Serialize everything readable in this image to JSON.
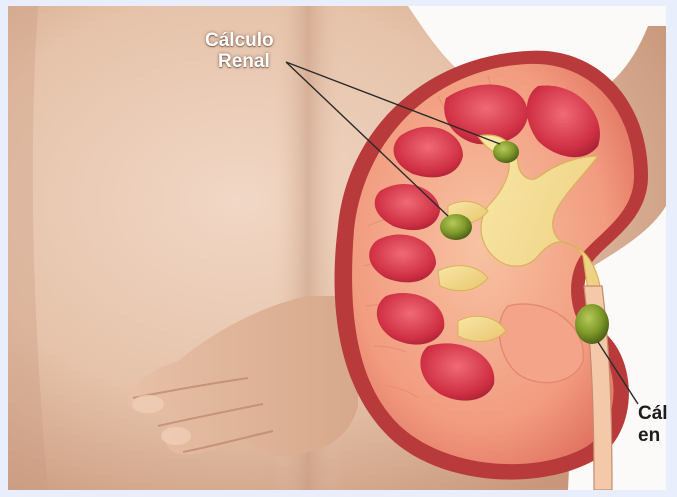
{
  "labels": {
    "top": {
      "line1": "Cálculo",
      "line2": "Renal"
    },
    "bottom": {
      "line1": "Cál",
      "line2": "en"
    }
  },
  "colors": {
    "skin": "#e9c9b3",
    "skin_shadow": "#c99c81",
    "kidney_capsule": "#b83a3a",
    "cortex": "#f4a488",
    "pyramid": "#d33b4b",
    "pelvis": "#f3d88c",
    "stone": "#7f9a2a",
    "frame": "#e8eefc"
  }
}
